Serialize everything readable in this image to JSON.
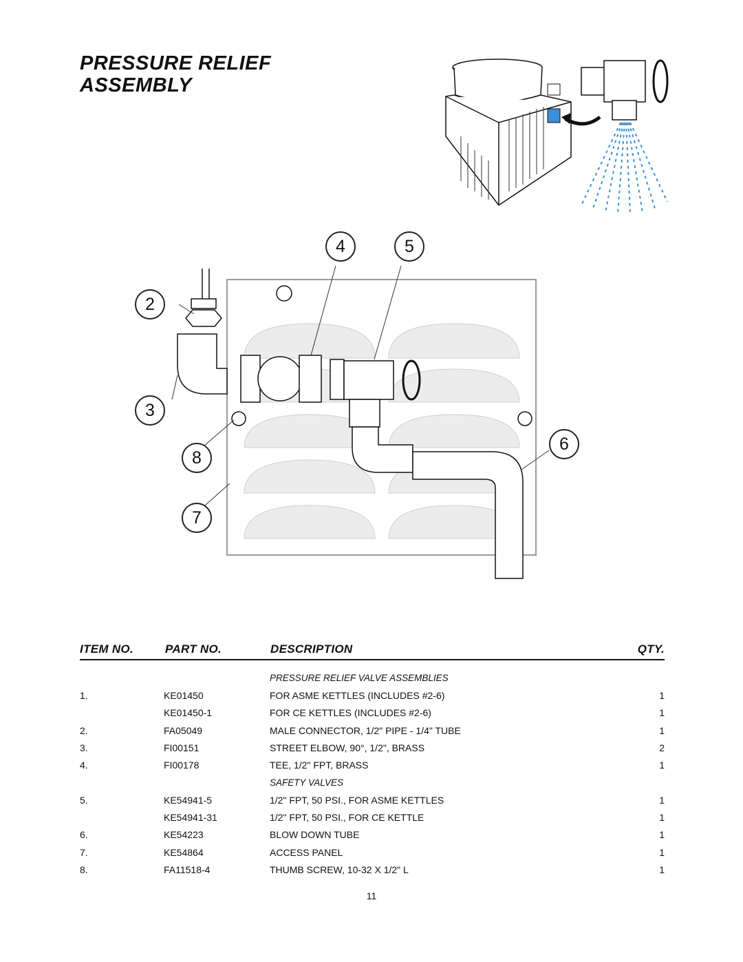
{
  "page": {
    "title_line1": "PRESSURE RELIEF",
    "title_line2": "ASSEMBLY",
    "page_number": "11"
  },
  "callouts": {
    "c2": "2",
    "c3": "3",
    "c4": "4",
    "c5": "5",
    "c6": "6",
    "c7": "7",
    "c8": "8"
  },
  "table": {
    "headers": {
      "item": "ITEM NO.",
      "part": "PART NO.",
      "description": "DESCRIPTION",
      "qty": "QTY."
    },
    "rows": [
      {
        "item": "",
        "part": "",
        "description": "PRESSURE RELIEF VALVE ASSEMBLIES",
        "qty": ""
      },
      {
        "item": "1.",
        "part": "KE01450",
        "description": "FOR ASME KETTLES (INCLUDES #2-6)",
        "qty": "1"
      },
      {
        "item": "",
        "part": "KE01450-1",
        "description": "FOR CE KETTLES (INCLUDES #2-6)",
        "qty": "1"
      },
      {
        "item": "2.",
        "part": "FA05049",
        "description": "MALE CONNECTOR, 1/2\" PIPE - 1/4\" TUBE",
        "qty": "1"
      },
      {
        "item": "3.",
        "part": "FI00151",
        "description": "STREET ELBOW, 90°, 1/2\", BRASS",
        "qty": "2"
      },
      {
        "item": "4.",
        "part": "FI00178",
        "description": "TEE, 1/2\" FPT, BRASS",
        "qty": "1"
      },
      {
        "item": "",
        "part": "",
        "description": "SAFETY VALVES",
        "qty": ""
      },
      {
        "item": "5.",
        "part": "KE54941-5",
        "description": "1/2\" FPT, 50 PSI., FOR ASME KETTLES",
        "qty": "1"
      },
      {
        "item": "",
        "part": "KE54941-31",
        "description": "1/2\" FPT, 50 PSI., FOR CE KETTLE",
        "qty": "1"
      },
      {
        "item": "6.",
        "part": "KE54223",
        "description": "BLOW DOWN TUBE",
        "qty": "1"
      },
      {
        "item": "7.",
        "part": "KE54864",
        "description": "ACCESS PANEL",
        "qty": "1"
      },
      {
        "item": "8.",
        "part": "FA11518-4",
        "description": "THUMB SCREW, 10-32 X 1/2\" L",
        "qty": "1"
      }
    ]
  },
  "colors": {
    "spray": "#3a8fd6",
    "ink": "#111111",
    "panel_border": "#9a9a9a",
    "louver": "#ececec"
  },
  "icons": [
    "kettle-illustration",
    "spray-illustration",
    "elbow-fitting",
    "tee-fitting",
    "safety-valve",
    "blow-down-tube",
    "thumb-screw"
  ]
}
